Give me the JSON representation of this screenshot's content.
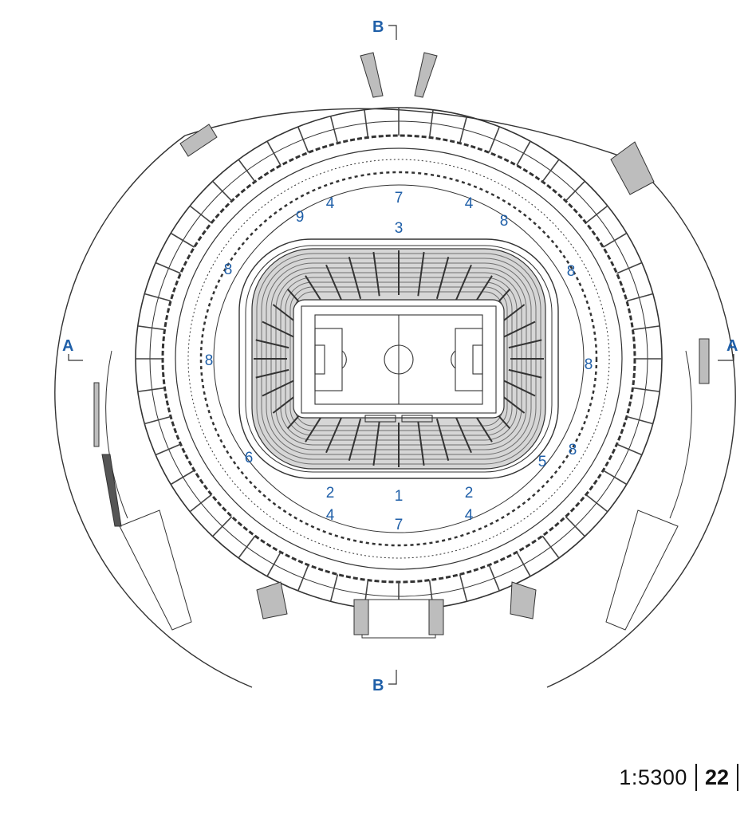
{
  "sections": {
    "a": "A",
    "b": "B"
  },
  "labels": {
    "l1": "1",
    "l2": "2",
    "l3": "3",
    "l4": "4",
    "l5": "5",
    "l6": "6",
    "l7": "7",
    "l8": "8",
    "l9": "9"
  },
  "footer": {
    "scale": "1:5300",
    "page": "22"
  },
  "colors": {
    "accent": "#1f5fa8",
    "line": "#333333"
  }
}
